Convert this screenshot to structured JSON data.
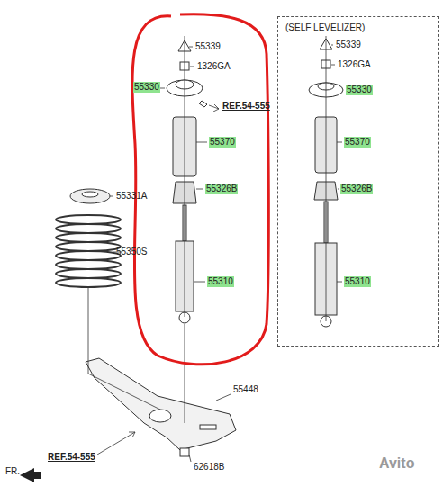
{
  "diagram": {
    "nodes": [
      {
        "text": [
          "(SELF LEVELIZER)"
        ]
      }
    ],
    "labels": [
      "55339",
      "1326GA",
      "55330",
      "REF.54-555",
      "55370",
      "55326B",
      "55310",
      "55331A",
      "55350S",
      "55448",
      "REF.54-555",
      "62618B",
      "FR.",
      "55339",
      "1326GA",
      "55330",
      "55370",
      "55326B",
      "55310",
      "Avito"
    ]
  }
}
